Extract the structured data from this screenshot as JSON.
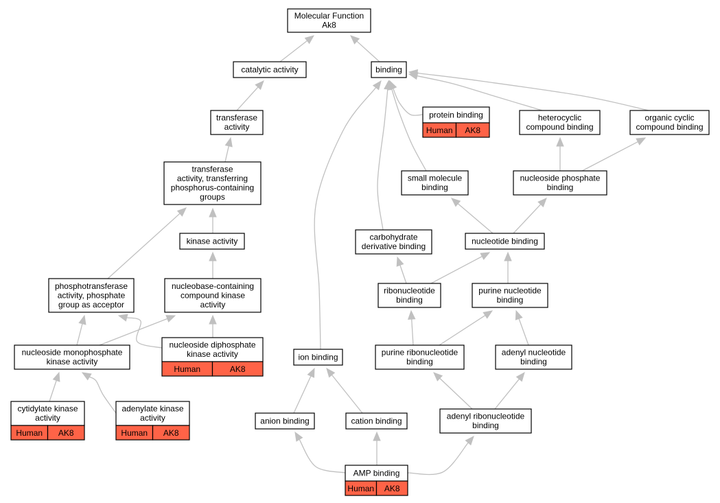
{
  "colors": {
    "annotation": "#ff6347",
    "edge": "#c0c0c0",
    "border": "#000000",
    "background": "#ffffff"
  },
  "nodes": [
    {
      "id": "mf",
      "lines": [
        "Molecular Function",
        "Ak8"
      ]
    },
    {
      "id": "catalytic",
      "lines": [
        "catalytic activity"
      ]
    },
    {
      "id": "binding",
      "lines": [
        "binding"
      ]
    },
    {
      "id": "transferase",
      "lines": [
        "transferase",
        "activity"
      ]
    },
    {
      "id": "protein_binding",
      "lines": [
        "protein binding"
      ],
      "annotation": [
        "Human",
        "AK8"
      ]
    },
    {
      "id": "heterocyclic",
      "lines": [
        "heterocyclic",
        "compound binding"
      ]
    },
    {
      "id": "organic_cyclic",
      "lines": [
        "organic cyclic",
        "compound binding"
      ]
    },
    {
      "id": "transferase_p",
      "lines": [
        "transferase",
        "activity, transferring",
        "phosphorus-containing",
        "groups"
      ]
    },
    {
      "id": "small_molecule",
      "lines": [
        "small molecule",
        "binding"
      ]
    },
    {
      "id": "nucleoside_phosphate",
      "lines": [
        "nucleoside phosphate",
        "binding"
      ]
    },
    {
      "id": "kinase",
      "lines": [
        "kinase activity"
      ]
    },
    {
      "id": "carbohydrate",
      "lines": [
        "carbohydrate",
        "derivative binding"
      ]
    },
    {
      "id": "nucleotide",
      "lines": [
        "nucleotide binding"
      ]
    },
    {
      "id": "phosphotransferase",
      "lines": [
        "phosphotransferase",
        "activity, phosphate",
        "group as acceptor"
      ]
    },
    {
      "id": "nucleobase_kinase",
      "lines": [
        "nucleobase-containing",
        "compound kinase",
        "activity"
      ]
    },
    {
      "id": "ribonucleotide",
      "lines": [
        "ribonucleotide",
        "binding"
      ]
    },
    {
      "id": "purine_nucleotide",
      "lines": [
        "purine nucleotide",
        "binding"
      ]
    },
    {
      "id": "nmp_kinase",
      "lines": [
        "nucleoside monophosphate",
        "kinase activity"
      ]
    },
    {
      "id": "ndp_kinase",
      "lines": [
        "nucleoside diphosphate",
        "kinase activity"
      ],
      "annotation": [
        "Human",
        "AK8"
      ]
    },
    {
      "id": "ion_binding",
      "lines": [
        "ion binding"
      ]
    },
    {
      "id": "purine_ribonucleotide",
      "lines": [
        "purine ribonucleotide",
        "binding"
      ]
    },
    {
      "id": "adenyl_nucleotide",
      "lines": [
        "adenyl nucleotide",
        "binding"
      ]
    },
    {
      "id": "cytidylate",
      "lines": [
        "cytidylate kinase",
        "activity"
      ],
      "annotation": [
        "Human",
        "AK8"
      ]
    },
    {
      "id": "adenylate",
      "lines": [
        "adenylate kinase",
        "activity"
      ],
      "annotation": [
        "Human",
        "AK8"
      ]
    },
    {
      "id": "anion",
      "lines": [
        "anion binding"
      ]
    },
    {
      "id": "cation",
      "lines": [
        "cation binding"
      ]
    },
    {
      "id": "adenyl_ribonucleotide",
      "lines": [
        "adenyl ribonucleotide",
        "binding"
      ]
    },
    {
      "id": "amp",
      "lines": [
        "AMP binding"
      ],
      "annotation": [
        "Human",
        "AK8"
      ]
    }
  ],
  "edges": [
    {
      "from": "catalytic",
      "to": "mf"
    },
    {
      "from": "binding",
      "to": "mf"
    },
    {
      "from": "transferase",
      "to": "catalytic"
    },
    {
      "from": "transferase_p",
      "to": "transferase"
    },
    {
      "from": "kinase",
      "to": "transferase_p"
    },
    {
      "from": "phosphotransferase",
      "to": "transferase_p"
    },
    {
      "from": "nucleobase_kinase",
      "to": "kinase"
    },
    {
      "from": "nmp_kinase",
      "to": "phosphotransferase"
    },
    {
      "from": "nmp_kinase",
      "to": "nucleobase_kinase"
    },
    {
      "from": "ndp_kinase",
      "to": "phosphotransferase"
    },
    {
      "from": "ndp_kinase",
      "to": "nucleobase_kinase"
    },
    {
      "from": "cytidylate",
      "to": "nmp_kinase"
    },
    {
      "from": "adenylate",
      "to": "nmp_kinase"
    },
    {
      "from": "protein_binding",
      "to": "binding"
    },
    {
      "from": "heterocyclic",
      "to": "binding"
    },
    {
      "from": "organic_cyclic",
      "to": "binding"
    },
    {
      "from": "small_molecule",
      "to": "binding"
    },
    {
      "from": "carbohydrate",
      "to": "binding"
    },
    {
      "from": "ion_binding",
      "to": "binding"
    },
    {
      "from": "nucleoside_phosphate",
      "to": "heterocyclic"
    },
    {
      "from": "nucleoside_phosphate",
      "to": "organic_cyclic"
    },
    {
      "from": "nucleotide",
      "to": "small_molecule"
    },
    {
      "from": "nucleotide",
      "to": "nucleoside_phosphate"
    },
    {
      "from": "ribonucleotide",
      "to": "carbohydrate"
    },
    {
      "from": "ribonucleotide",
      "to": "nucleotide"
    },
    {
      "from": "purine_nucleotide",
      "to": "nucleotide"
    },
    {
      "from": "purine_ribonucleotide",
      "to": "ribonucleotide"
    },
    {
      "from": "purine_ribonucleotide",
      "to": "purine_nucleotide"
    },
    {
      "from": "adenyl_nucleotide",
      "to": "purine_nucleotide"
    },
    {
      "from": "adenyl_ribonucleotide",
      "to": "purine_ribonucleotide"
    },
    {
      "from": "adenyl_ribonucleotide",
      "to": "adenyl_nucleotide"
    },
    {
      "from": "anion",
      "to": "ion_binding"
    },
    {
      "from": "cation",
      "to": "ion_binding"
    },
    {
      "from": "amp",
      "to": "anion"
    },
    {
      "from": "amp",
      "to": "cation"
    },
    {
      "from": "amp",
      "to": "adenyl_ribonucleotide"
    }
  ]
}
